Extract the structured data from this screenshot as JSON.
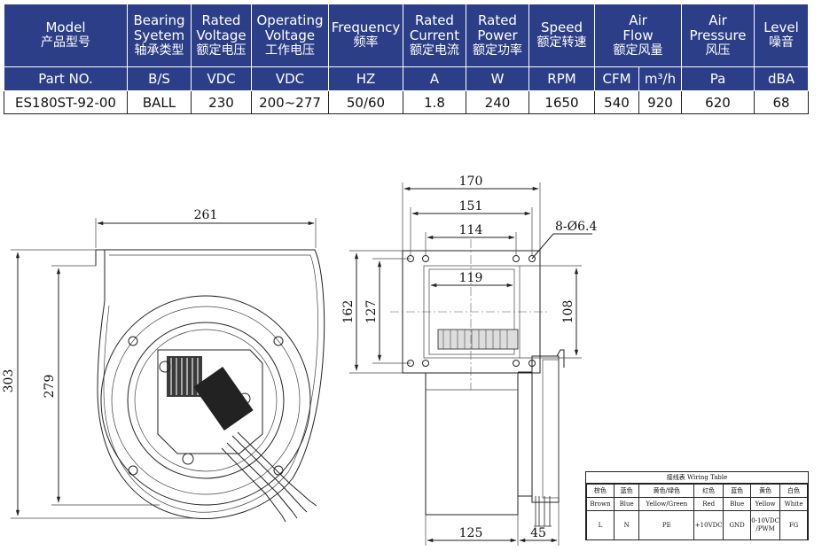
{
  "spec_table": {
    "headers": [
      {
        "en": [
          "Model"
        ],
        "zh": "产品型号"
      },
      {
        "en": [
          "Bearing",
          "Syetem"
        ],
        "zh": "轴承类型"
      },
      {
        "en": [
          "Rated",
          "Voltage"
        ],
        "zh": "额定电压"
      },
      {
        "en": [
          "Operating",
          "Voltage"
        ],
        "zh": "工作电压"
      },
      {
        "en": [
          "Frequency"
        ],
        "zh": "频率"
      },
      {
        "en": [
          "Rated",
          "Current"
        ],
        "zh": "额定电流"
      },
      {
        "en": [
          "Rated",
          "Power"
        ],
        "zh": "额定功率"
      },
      {
        "en": [
          "Speed"
        ],
        "zh": "额定转速"
      },
      {
        "en": [
          "Air",
          "Flow"
        ],
        "zh": "额定风量"
      },
      {
        "en": [
          "Air",
          "Pressure"
        ],
        "zh": "风压"
      },
      {
        "en": [
          "Level"
        ],
        "zh": "噪音"
      }
    ],
    "units": [
      "Part NO.",
      "B/S",
      "VDC",
      "VDC",
      "HZ",
      "A",
      "W",
      "RPM",
      "CFM",
      "m³/h",
      "Pa",
      "dBA"
    ],
    "values": [
      "ES180ST-92-00",
      "BALL",
      "230",
      "200~277",
      "50/60",
      "1.8",
      "240",
      "1650",
      "540",
      "920",
      "620",
      "68"
    ]
  },
  "drawing": {
    "dims": {
      "width_261": "261",
      "height_303": "303",
      "height_279": "279",
      "width_170": "170",
      "width_151": "151",
      "width_114": "114",
      "width_119": "119",
      "height_162": "162",
      "height_127": "127",
      "height_108": "108",
      "holes": "8-Ø6.4",
      "depth_125": "125",
      "depth_45": "45"
    }
  },
  "wiring_table": {
    "title": "接线表 Wiring Table",
    "columns": [
      {
        "zh": "棕色",
        "en": "Brown",
        "value": "L"
      },
      {
        "zh": "蓝色",
        "en": "Blue",
        "value": "N"
      },
      {
        "zh": "黄色/绿色",
        "en": "Yellow/Green",
        "value": "PE"
      },
      {
        "zh": "红色",
        "en": "Red",
        "value": "+10VDC"
      },
      {
        "zh": "蓝色",
        "en": "Blue",
        "value": "GND"
      },
      {
        "zh": "黄色",
        "en": "Yellow",
        "value": "0-10VDC /PWM"
      },
      {
        "zh": "白色",
        "en": "White",
        "value": "FG"
      }
    ]
  },
  "colors": {
    "header_bg": "#2c3e87",
    "header_text": "#ffffff",
    "line": "#222222"
  }
}
